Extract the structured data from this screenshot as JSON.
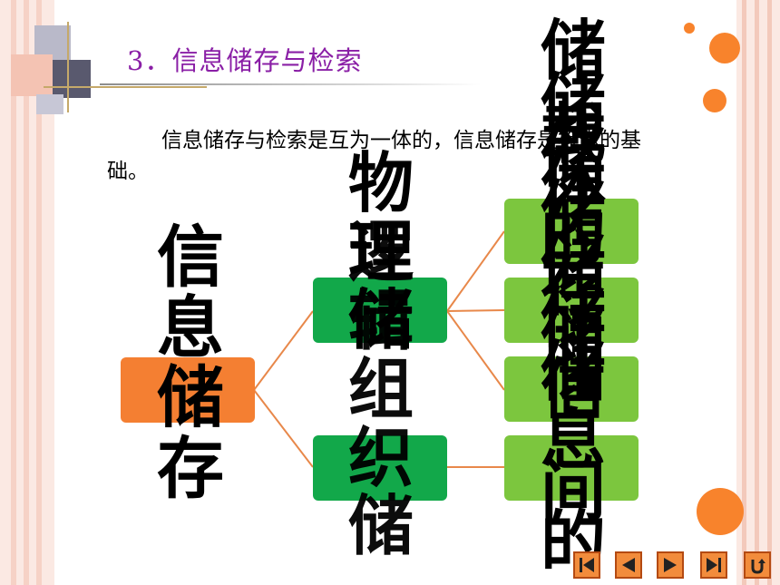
{
  "slide": {
    "title": "3．信息储存与检索",
    "paragraph": "信息储存与检索是互为一体的，信息储存是检索的基础。"
  },
  "diagram": {
    "root": [
      "信",
      "息",
      "储",
      "存"
    ],
    "mid_label_top": [
      "物",
      "理",
      "储"
    ],
    "mid_label_overlay": [
      "逻",
      "辑",
      "组",
      "织",
      "储"
    ],
    "right_label": [
      "储",
      "储",
      "储",
      "储",
      "储",
      "储",
      "储"
    ],
    "right_overlay": [
      "载",
      "体",
      "的",
      "存",
      "储",
      "信",
      "息",
      "间",
      "的"
    ]
  },
  "nav": {
    "first": "first-slide",
    "prev": "previous-slide",
    "next": "next-slide",
    "last": "last-slide",
    "return": "return"
  },
  "colors": {
    "title": "#8a1fa6",
    "root_node": "#f47f32",
    "mid_node": "#12a84a",
    "leaf_node": "#7cc63e",
    "connector": "#e8884a",
    "accent_dot": "#f8832c"
  }
}
